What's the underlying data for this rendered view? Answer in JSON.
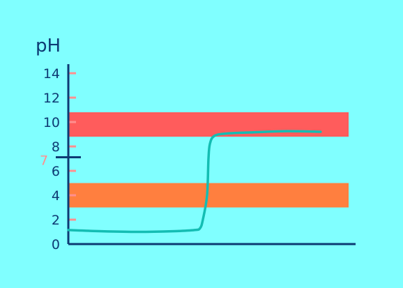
{
  "chart_data": {
    "type": "line",
    "title": "",
    "ylabel": "pH",
    "xlabel": "",
    "ylim": [
      0,
      15
    ],
    "yticks": [
      0,
      2,
      4,
      6,
      8,
      10,
      12,
      14
    ],
    "highlight_tick": {
      "value": 7,
      "label": "7"
    },
    "grid": false,
    "bands": [
      {
        "ymin": 8.8,
        "ymax": 10.8,
        "color": "#FF5C5C"
      },
      {
        "ymin": 3.0,
        "ymax": 5.0,
        "color": "#FF7F3F"
      }
    ],
    "series": [
      {
        "color": "#14BDB3",
        "points": [
          [
            0.0,
            1.15
          ],
          [
            0.12,
            1.05
          ],
          [
            0.25,
            1.0
          ],
          [
            0.37,
            1.05
          ],
          [
            0.45,
            1.15
          ],
          [
            0.47,
            1.3
          ],
          [
            0.48,
            2.0
          ],
          [
            0.495,
            4.0
          ],
          [
            0.5,
            7.0
          ],
          [
            0.505,
            8.2
          ],
          [
            0.52,
            8.85
          ],
          [
            0.56,
            9.05
          ],
          [
            0.65,
            9.15
          ],
          [
            0.78,
            9.25
          ],
          [
            0.9,
            9.2
          ]
        ]
      }
    ],
    "colors": {
      "axis": "#0D3A73",
      "tick_mark": "#FF8F8F",
      "highlight": "#FF8F8F",
      "tick_label": "#0D3A73"
    }
  }
}
